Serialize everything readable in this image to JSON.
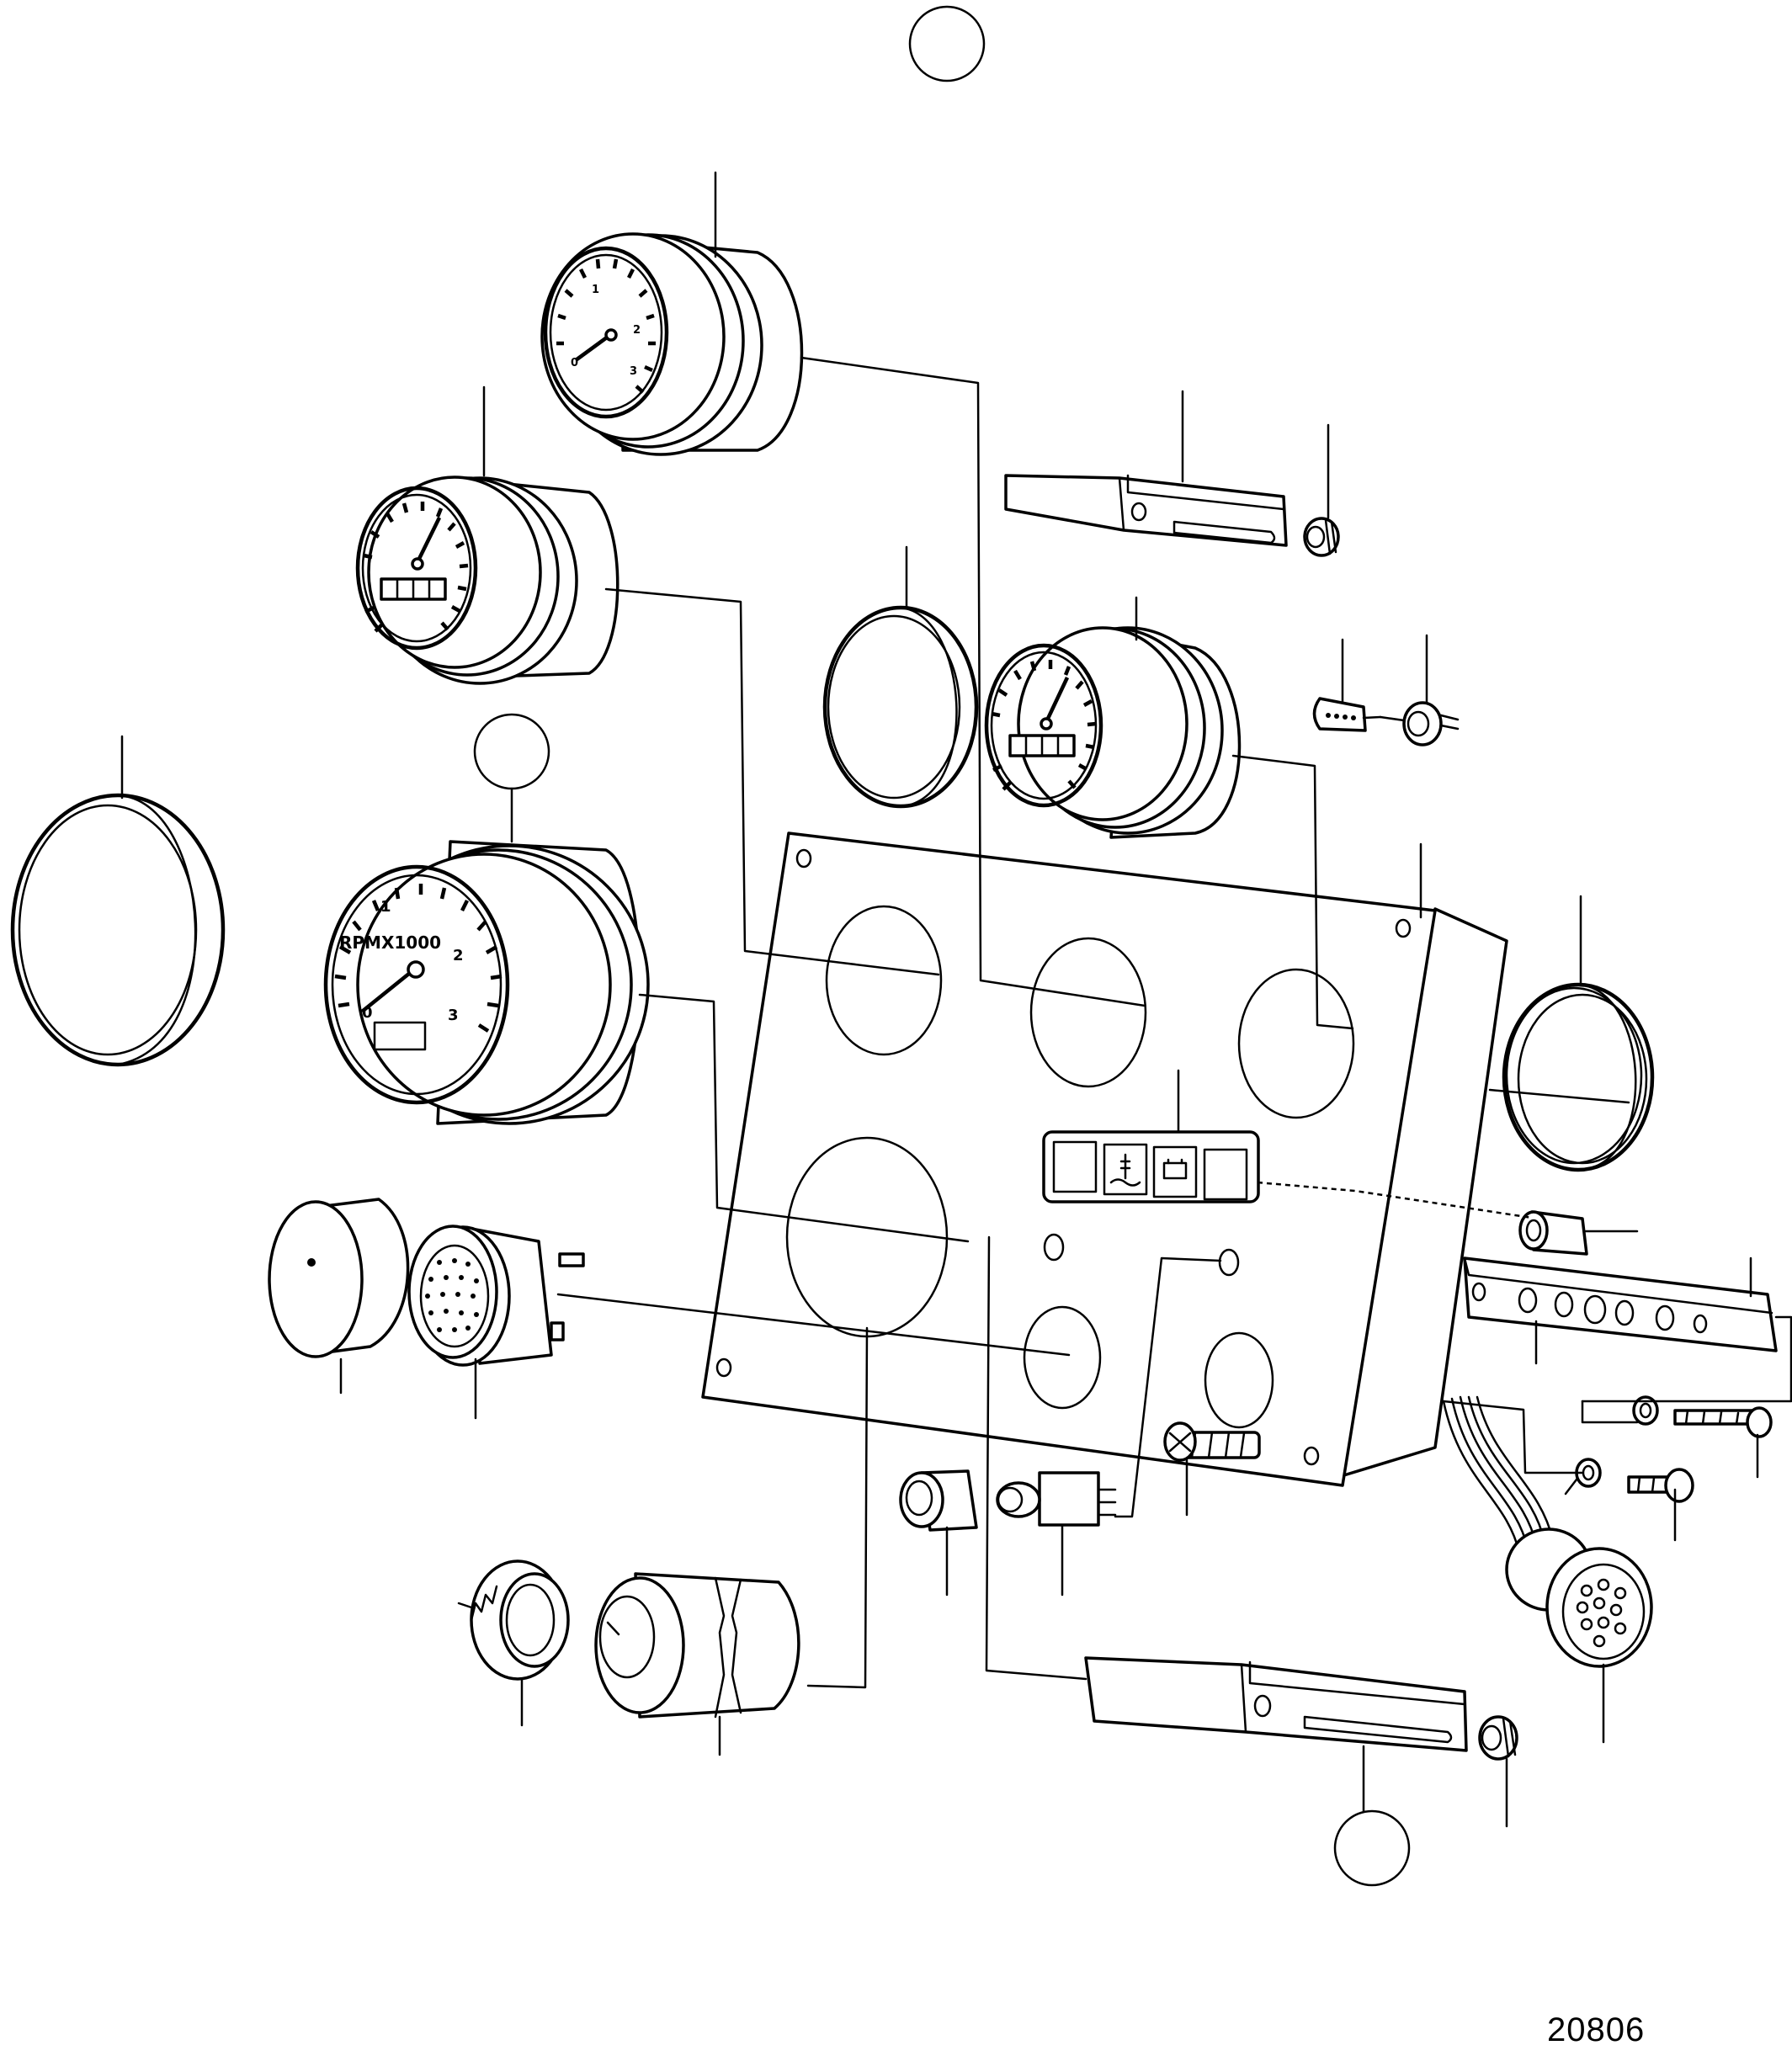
{
  "drawing_number": "20806",
  "tachometer_large": {
    "unit_label": "RPMX1000",
    "scale_labels": [
      "0",
      "1",
      "2",
      "3"
    ]
  },
  "tachometer_small": {
    "scale_labels": [
      "0",
      "1",
      "2",
      "3"
    ]
  },
  "icons": [
    "temperature-warning-icon",
    "battery-warning-icon"
  ]
}
